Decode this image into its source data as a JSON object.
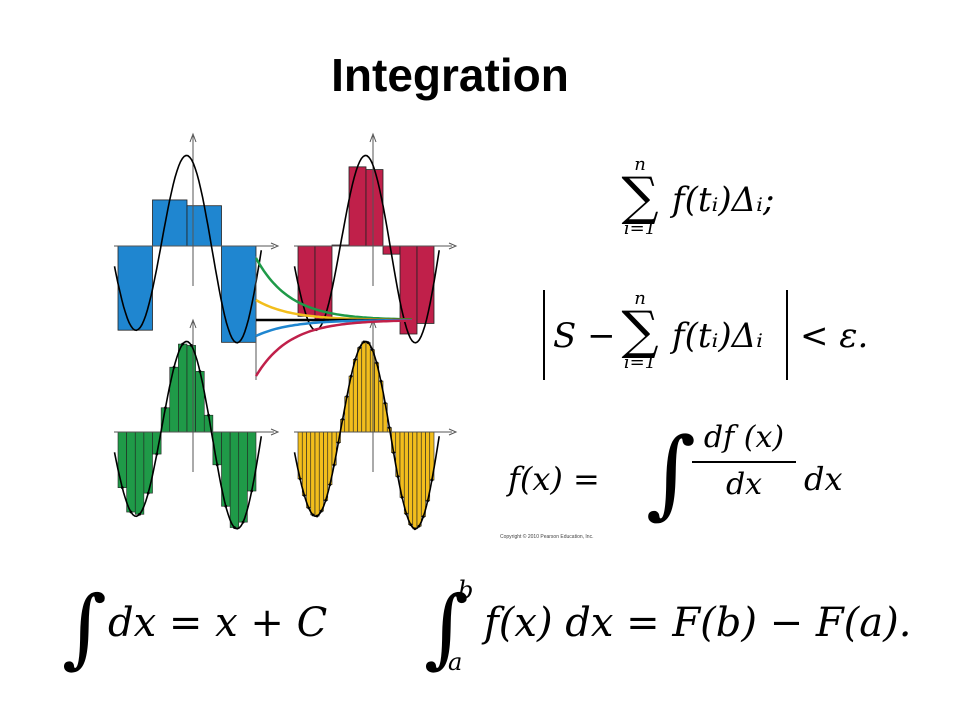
{
  "title": "Integration",
  "copyright": "Copyright © 2010 Pearson Education, Inc.",
  "riemann_sum": {
    "upper_limit": "n",
    "lower_limit": "i=1",
    "body": "f(tᵢ)Δᵢ;"
  },
  "error_bound": {
    "left": "S −",
    "upper_limit": "n",
    "lower_limit": "i=1",
    "body": "f(tᵢ)Δᵢ",
    "right": "< ε."
  },
  "fundamental": {
    "lhs": "f(x) =",
    "numerator": "df (x)",
    "denominator": "dx",
    "tail": "dx"
  },
  "indefinite": {
    "body": "dx = x + C"
  },
  "definite": {
    "upper_limit": "b",
    "lower_limit": "a",
    "body": "f(x) dx = F(b) − F(a)."
  },
  "colors": {
    "blue": "#1f86d0",
    "crimson": "#c0204a",
    "green": "#1f9a48",
    "gold": "#f2be1c",
    "curve": "#000000"
  }
}
